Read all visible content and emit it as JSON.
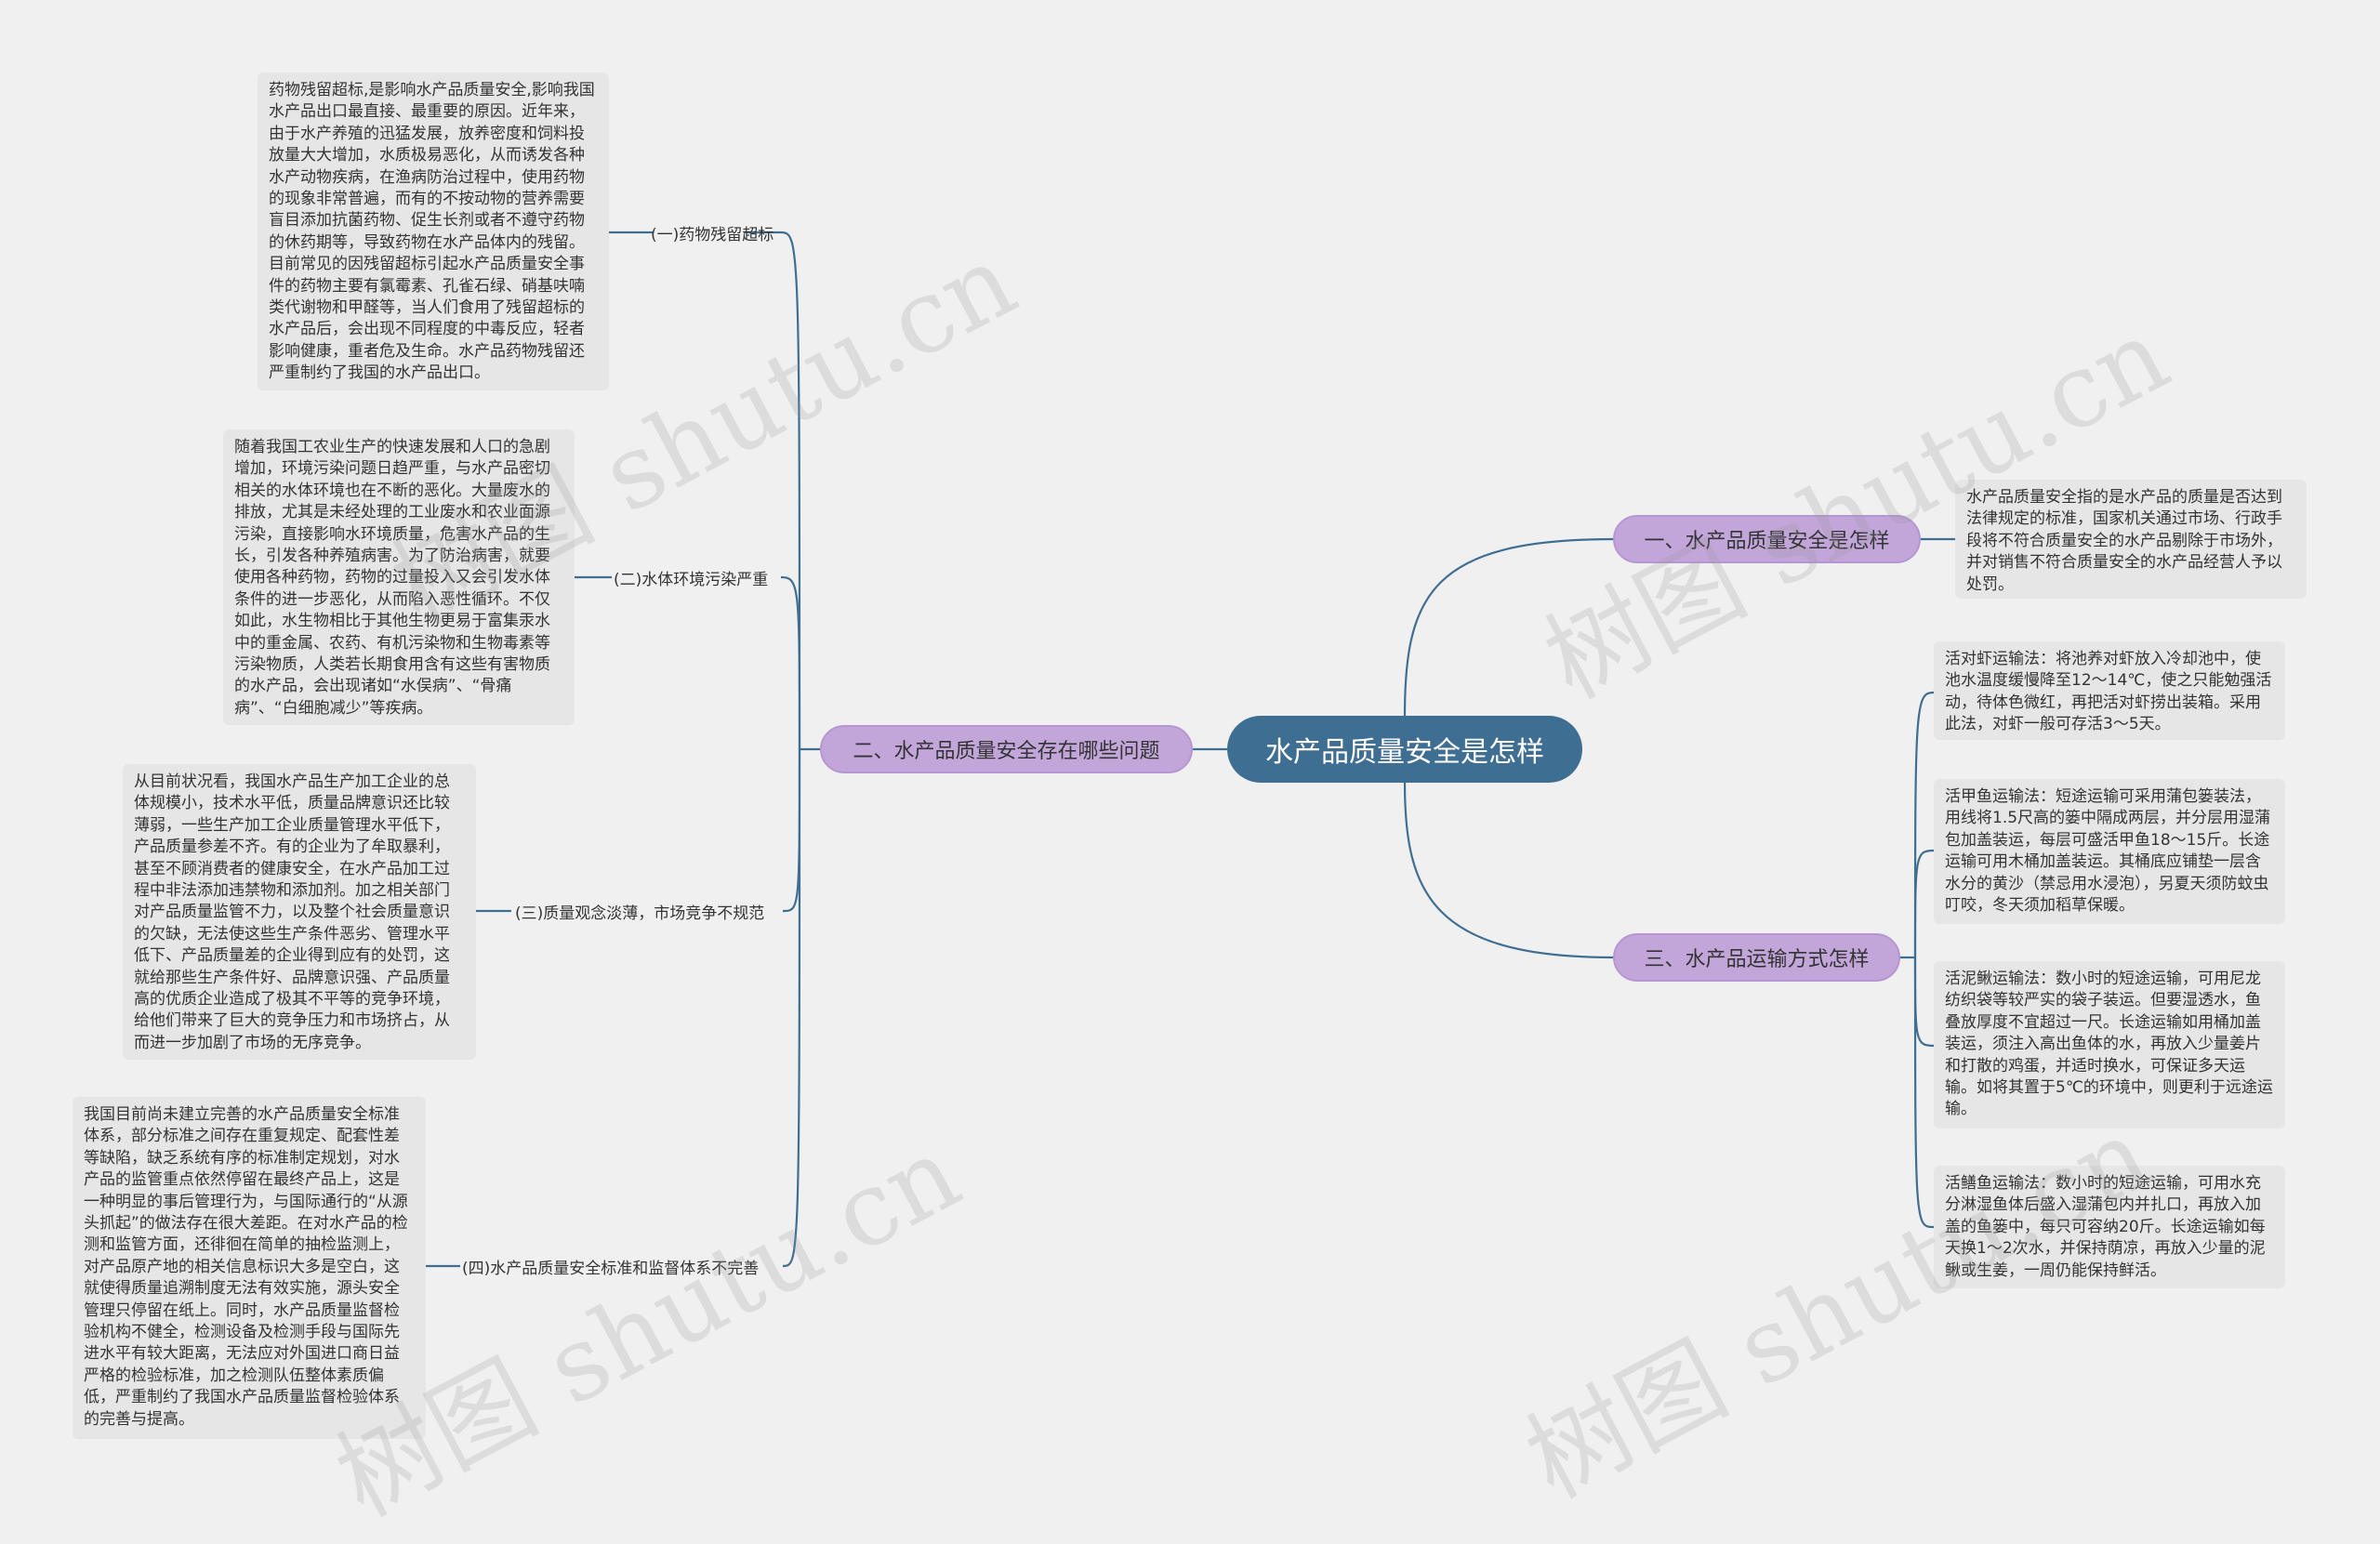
{
  "root": "水产品质量安全是怎样",
  "left_branch": {
    "label": "二、水产品质量安全存在哪些问题",
    "children": [
      {
        "label": "(一)药物残留超标",
        "text": "药物残留超标,是影响水产品质量安全,影响我国水产品出口最直接、最重要的原因。近年来，由于水产养殖的迅猛发展，放养密度和饲料投放量大大增加，水质极易恶化，从而诱发各种水产动物疾病，在渔病防治过程中，使用药物的现象非常普遍，而有的不按动物的营养需要盲目添加抗菌药物、促生长剂或者不遵守药物的休药期等，导致药物在水产品体内的残留。目前常见的因残留超标引起水产品质量安全事件的药物主要有氯霉素、孔雀石绿、硝基呋喃类代谢物和甲醛等，当人们食用了残留超标的水产品后，会出现不同程度的中毒反应，轻者影响健康，重者危及生命。水产品药物残留还严重制约了我国的水产品出口。"
      },
      {
        "label": "(二)水体环境污染严重",
        "text": "随着我国工农业生产的快速发展和人口的急剧增加，环境污染问题日趋严重，与水产品密切相关的水体环境也在不断的恶化。大量废水的排放，尤其是未经处理的工业废水和农业面源污染，直接影响水环境质量，危害水产品的生长，引发各种养殖病害。为了防治病害，就要使用各种药物，药物的过量投入又会引发水体条件的进一步恶化，从而陷入恶性循环。不仅如此，水生物相比于其他生物更易于富集汞水中的重金属、农药、有机污染物和生物毒素等污染物质，人类若长期食用含有这些有害物质的水产品，会出现诸如“水俣病”、“骨痛病”、“白细胞减少”等疾病。"
      },
      {
        "label": "(三)质量观念淡薄，市场竞争不规范",
        "text": "从目前状况看，我国水产品生产加工企业的总体规模小，技术水平低，质量品牌意识还比较薄弱，一些生产加工企业质量管理水平低下，产品质量参差不齐。有的企业为了牟取暴利，甚至不顾消费者的健康安全，在水产品加工过程中非法添加违禁物和添加剂。加之相关部门对产品质量监管不力，以及整个社会质量意识的欠缺，无法使这些生产条件恶劣、管理水平低下、产品质量差的企业得到应有的处罚，这就给那些生产条件好、品牌意识强、产品质量高的优质企业造成了极其不平等的竞争环境，给他们带来了巨大的竞争压力和市场挤占，从而进一步加剧了市场的无序竞争。"
      },
      {
        "label": "(四)水产品质量安全标准和监督体系不完善",
        "text": "我国目前尚未建立完善的水产品质量安全标准体系，部分标准之间存在重复规定、配套性差等缺陷，缺乏系统有序的标准制定规划，对水产品的监管重点依然停留在最终产品上，这是一种明显的事后管理行为，与国际通行的“从源头抓起”的做法存在很大差距。在对水产品的检测和监管方面，还徘徊在简单的抽检监测上，对产品原产地的相关信息标识大多是空白，这就使得质量追溯制度无法有效实施，源头安全管理只停留在纸上。同时，水产品质量监督检验机构不健全，检测设备及检测手段与国际先进水平有较大距离，无法应对外国进口商日益严格的检验标准，加之检测队伍整体素质偏低，严重制约了我国水产品质量监督检验体系的完善与提高。"
      }
    ]
  },
  "right_branches": [
    {
      "label": "一、水产品质量安全是怎样",
      "children": [
        {
          "text": "水产品质量安全指的是水产品的质量是否达到法律规定的标准，国家机关通过市场、行政手段将不符合质量安全的水产品剔除于市场外，并对销售不符合质量安全的水产品经营人予以处罚。"
        }
      ]
    },
    {
      "label": "三、水产品运输方式怎样",
      "children": [
        {
          "text": "活对虾运输法：将池养对虾放入冷却池中，使池水温度缓慢降至12～14℃，使之只能勉强活动，待体色微红，再把活对虾捞出装箱。采用此法，对虾一般可存活3～5天。"
        },
        {
          "text": "活甲鱼运输法：短途运输可采用蒲包篓装法，用线将1.5尺高的篓中隔成两层，并分层用湿蒲包加盖装运，每层可盛活甲鱼18～15斤。长途运输可用木桶加盖装运。其桶底应铺垫一层含水分的黄沙（禁忌用水浸泡），另夏天须防蚊虫叮咬，冬天须加稻草保暖。"
        },
        {
          "text": "活泥鳅运输法：数小时的短途运输，可用尼龙纺织袋等较严实的袋子装运。但要湿透水，鱼叠放厚度不宜超过一尺。长途运输如用桶加盖装运，须注入高出鱼体的水，再放入少量姜片和打散的鸡蛋，并适时换水，可保证多天运输。如将其置于5℃的环境中，则更利于远途运输。"
        },
        {
          "text": "活鳝鱼运输法：数小时的短途运输，可用水充分淋湿鱼体后盛入湿蒲包内并扎口，再放入加盖的鱼篓中，每只可容纳20斤。长途运输如每天换1～2次水，并保持荫凉，再放入少量的泥鳅或生姜，一周仍能保持鲜活。"
        }
      ]
    }
  ],
  "watermark": "树图 shutu.cn",
  "colors": {
    "root": "#3f6e93",
    "branch": "#c2a6da",
    "leaf": "#e6e6e6",
    "line": "#3f6e93",
    "background": "#f0f0f0"
  }
}
